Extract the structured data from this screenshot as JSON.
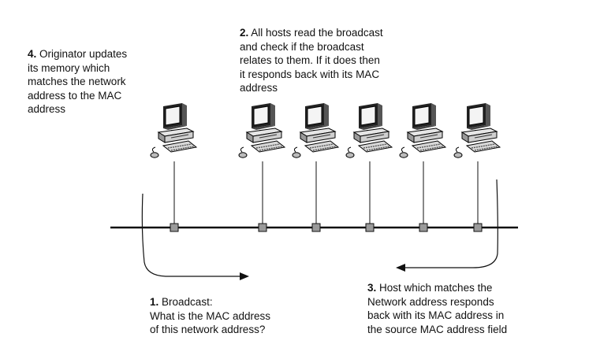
{
  "notes": {
    "originator": {
      "number": "4.",
      "lines": [
        "Originator updates",
        "its memory which",
        "matches the network",
        "address to the MAC",
        "address"
      ]
    },
    "hosts_read": {
      "number": "2.",
      "lines": [
        "All hosts read the broadcast",
        "and check if the broadcast",
        "relates to them. If it does then",
        "it responds back with its MAC",
        "address"
      ]
    },
    "broadcast": {
      "number": "1.",
      "lines": [
        "Broadcast:",
        "What is the MAC address",
        "of this network address?"
      ]
    },
    "host_match": {
      "number": "3.",
      "lines": [
        "Host which matches the",
        "Network address responds",
        "back with its MAC address in",
        "the source MAC address field"
      ]
    }
  },
  "hosts": [
    {
      "name": "originator-host"
    },
    {
      "name": "host-2"
    },
    {
      "name": "host-3"
    },
    {
      "name": "host-4"
    },
    {
      "name": "host-5"
    },
    {
      "name": "host-6"
    }
  ]
}
